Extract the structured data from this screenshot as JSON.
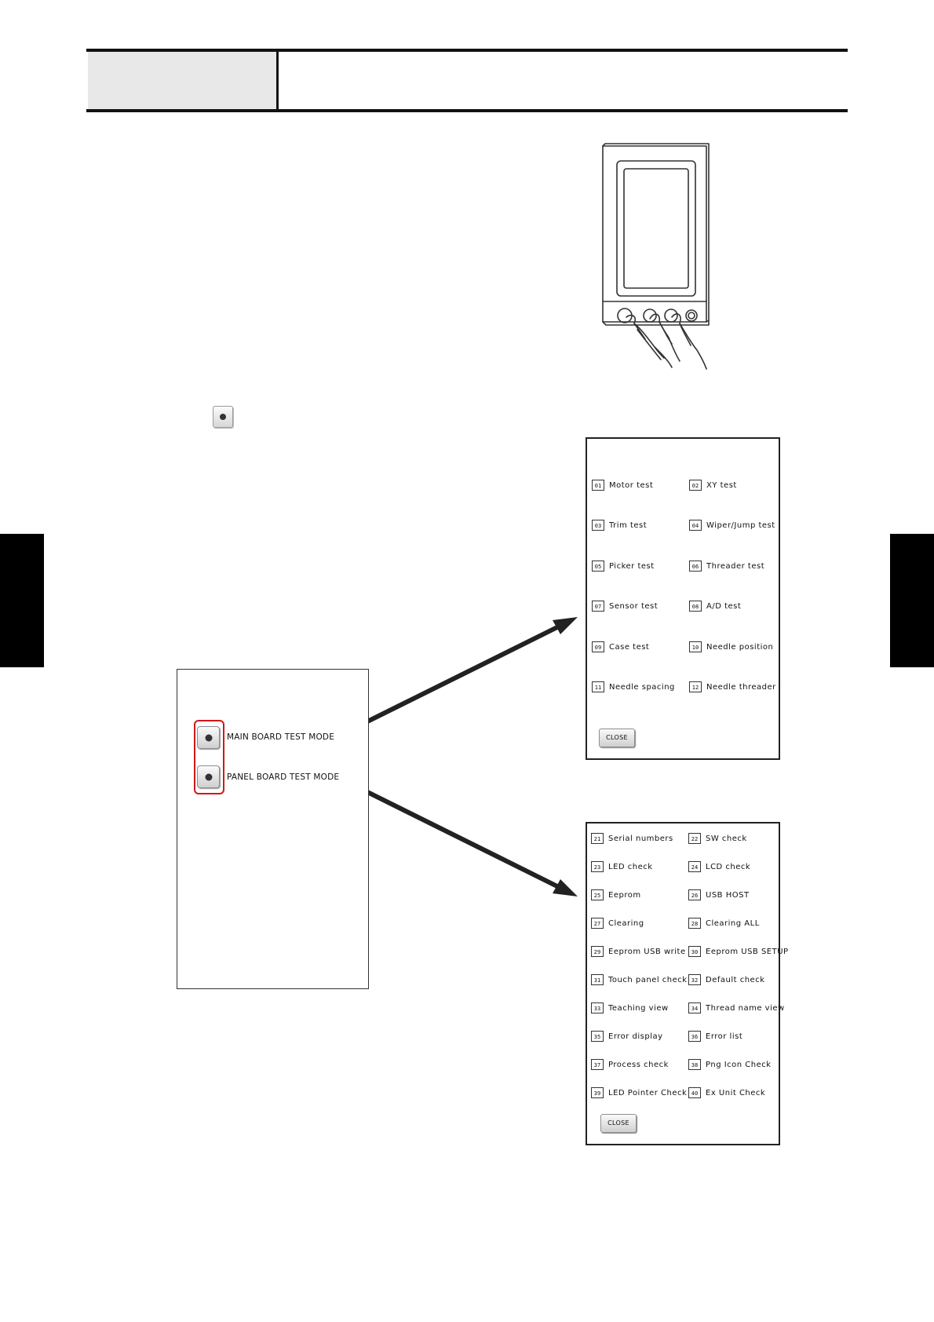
{
  "main_screen": {
    "main_board_label": "MAIN  BOARD TEST MODE",
    "panel_board_label": "PANEL BOARD TEST MODE"
  },
  "main_board_menu": {
    "items": [
      {
        "num": "01",
        "label": "Motor test"
      },
      {
        "num": "02",
        "label": "XY test"
      },
      {
        "num": "03",
        "label": "Trim test"
      },
      {
        "num": "04",
        "label": "Wiper/Jump test"
      },
      {
        "num": "05",
        "label": "Picker test"
      },
      {
        "num": "06",
        "label": "Threader test"
      },
      {
        "num": "07",
        "label": "Sensor test"
      },
      {
        "num": "08",
        "label": "A/D test"
      },
      {
        "num": "09",
        "label": "Case test"
      },
      {
        "num": "10",
        "label": "Needle position"
      },
      {
        "num": "11",
        "label": "Needle spacing"
      },
      {
        "num": "12",
        "label": "Needle threader"
      }
    ],
    "close_label": "CLOSE"
  },
  "panel_board_menu": {
    "items": [
      {
        "num": "21",
        "label": "Serial numbers"
      },
      {
        "num": "22",
        "label": "SW  check"
      },
      {
        "num": "23",
        "label": "LED check"
      },
      {
        "num": "24",
        "label": "LCD check"
      },
      {
        "num": "25",
        "label": "Eeprom"
      },
      {
        "num": "26",
        "label": "USB HOST"
      },
      {
        "num": "27",
        "label": "Clearing"
      },
      {
        "num": "28",
        "label": "Clearing ALL"
      },
      {
        "num": "29",
        "label": "Eeprom USB write"
      },
      {
        "num": "30",
        "label": "Eeprom USB SETUP"
      },
      {
        "num": "31",
        "label": "Touch panel check"
      },
      {
        "num": "32",
        "label": "Default check"
      },
      {
        "num": "33",
        "label": "Teaching view"
      },
      {
        "num": "34",
        "label": "Thread name view"
      },
      {
        "num": "35",
        "label": "Error display"
      },
      {
        "num": "36",
        "label": "Error list"
      },
      {
        "num": "37",
        "label": "Process check"
      },
      {
        "num": "38",
        "label": "Png Icon Check"
      },
      {
        "num": "39",
        "label": "LED Pointer Check"
      },
      {
        "num": "40",
        "label": "Ex Unit Check"
      }
    ],
    "close_label": "CLOSE"
  }
}
